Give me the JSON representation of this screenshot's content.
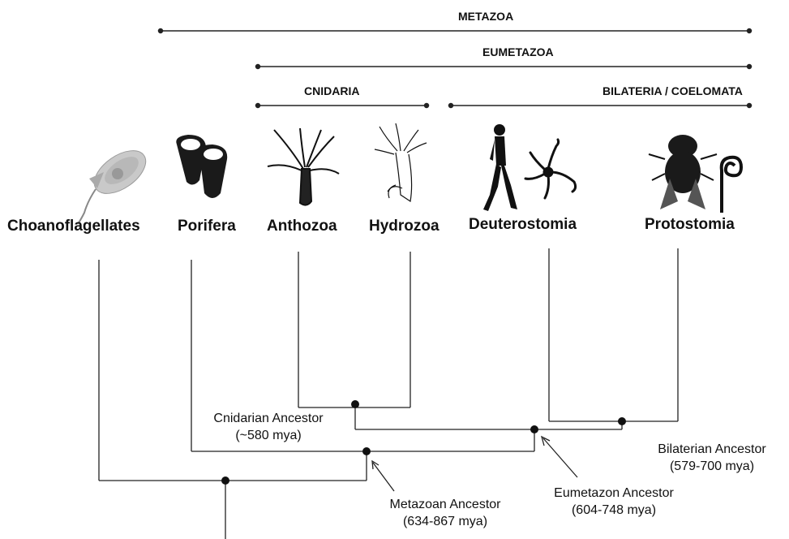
{
  "clades": {
    "metazoa": "METAZOA",
    "eumetazoa": "EUMETAZOA",
    "cnidaria": "CNIDARIA",
    "bilateria": "BILATERIA / COELOMATA"
  },
  "taxa": {
    "choanoflagellates": "Choanoflagellates",
    "porifera": "Porifera",
    "anthozoa": "Anthozoa",
    "hydrozoa": "Hydrozoa",
    "deuterostomia": "Deuterostomia",
    "protostomia": "Protostomia"
  },
  "nodes": {
    "cnidarian": {
      "name": "Cnidarian Ancestor",
      "age": "(~580 mya)"
    },
    "bilaterian": {
      "name": "Bilaterian Ancestor",
      "age": "(579-700 mya)"
    },
    "eumetazoan": {
      "name": "Eumetazon Ancestor",
      "age": "(604-748 mya)"
    },
    "metazoan": {
      "name": "Metazoan Ancestor",
      "age": "(634-867 mya)"
    }
  },
  "icons": {
    "choanoflagellate": "choanoflagellate-illustration",
    "porifera": "sponge-illustration",
    "anthozoa": "sea-anemone-illustration",
    "hydrozoa": "hydra-illustration",
    "deuterostomia": "human-and-brittle-star-illustration",
    "protostomia": "fly-and-nematode-illustration"
  }
}
